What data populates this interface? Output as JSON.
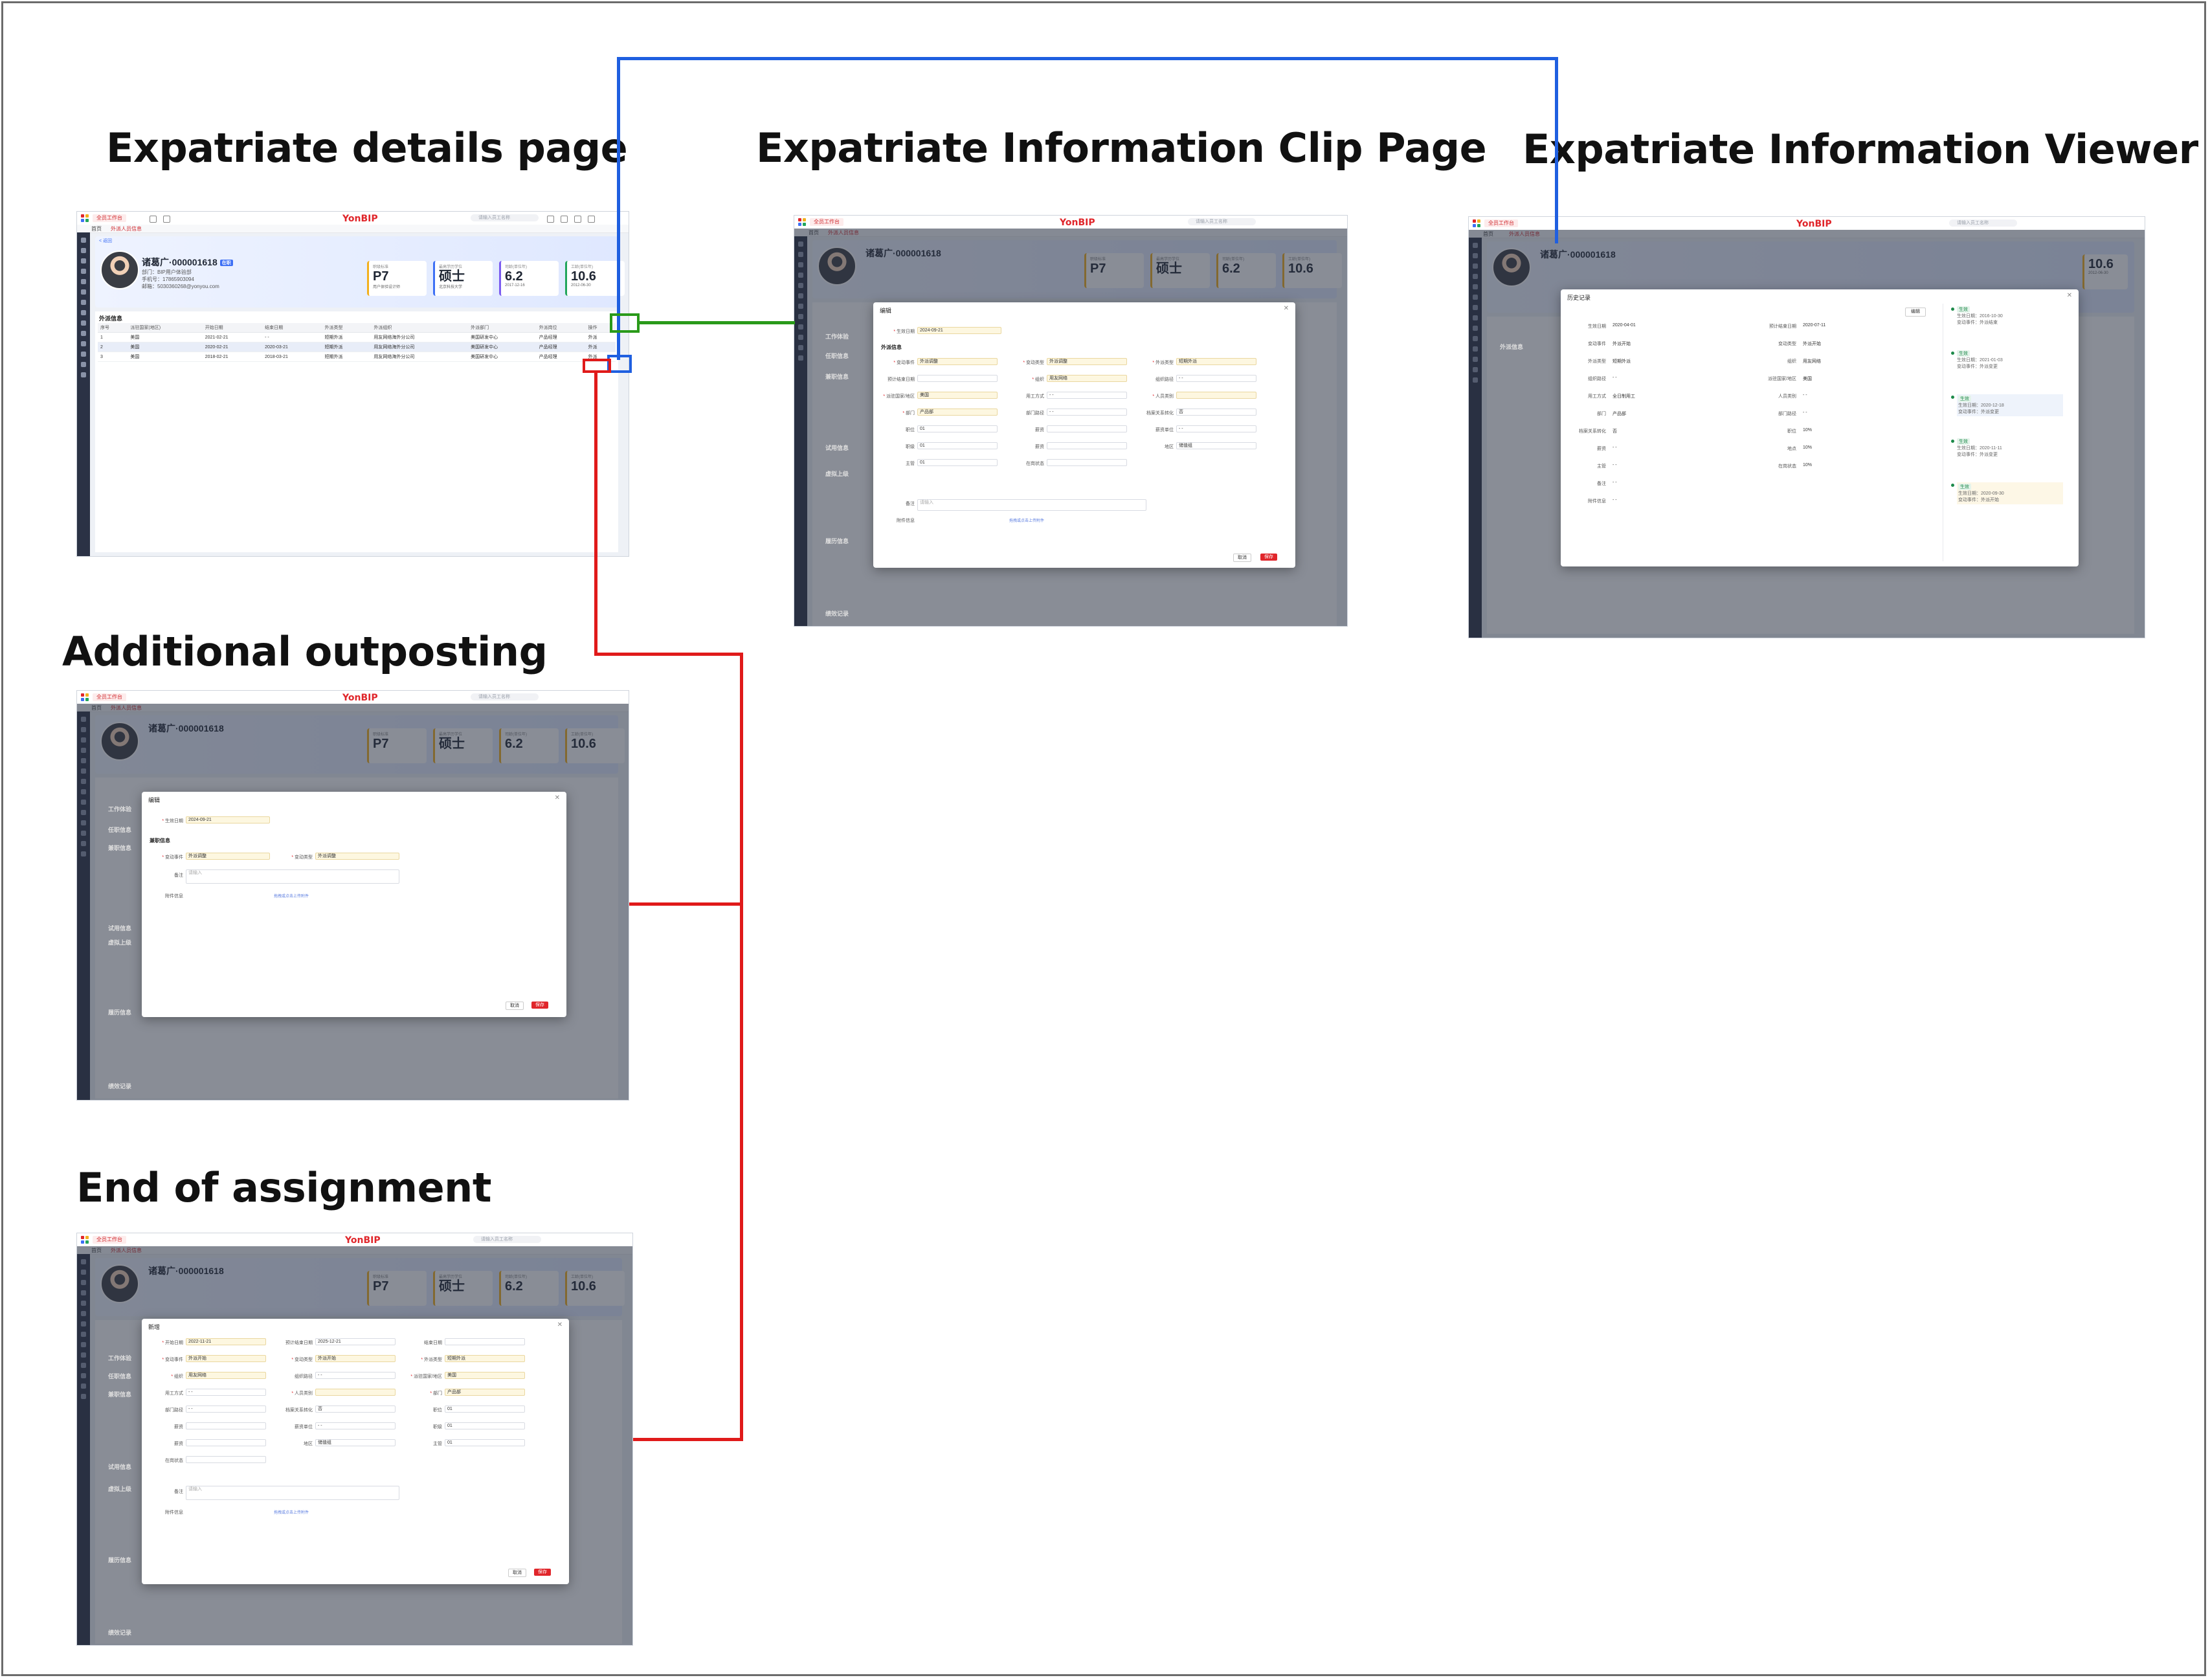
{
  "titles": {
    "details": "Expatriate details page",
    "clip": "Expatriate Information Clip Page",
    "viewer": "Expatriate Information Viewer",
    "additional": "Additional outposting",
    "end": "End of assignment"
  },
  "app": {
    "brand": "YonBIP",
    "workbench_tab": "全员工作台",
    "search_placeholder": "请输入员工名称",
    "home_crumb": "首页",
    "page_crumb": "外派人员信息",
    "back_label": "< 返回"
  },
  "profile": {
    "name": "诸葛广·000001618",
    "badge": "在职",
    "dept": "部门：BIP用户体验部",
    "phone": "手机号：17865903094",
    "email": "邮箱：5030360268@yonyou.com",
    "stats": [
      {
        "label": "职级标准",
        "value": "P7",
        "sub": "用户体验设计师"
      },
      {
        "label": "最高学历学位",
        "value": "硕士",
        "sub": "北京科技大学"
      },
      {
        "label": "司龄(单位年)",
        "value": "6.2",
        "sub": "2017-12-16"
      },
      {
        "label": "工龄(单位年)",
        "value": "10.6",
        "sub": "2012-06-30"
      }
    ]
  },
  "expat_table": {
    "section": "外派信息",
    "columns": [
      "序号",
      "派驻国家(地区)",
      "开始日期",
      "结束日期",
      "外派类型",
      "外派组织",
      "外派部门",
      "外派岗位",
      "操作"
    ],
    "rows": [
      [
        "1",
        "美国",
        "2021-02-21",
        "- -",
        "短期外派",
        "用友网络海外分公司",
        "美国研发中心",
        "产品经理",
        "外派"
      ],
      [
        "2",
        "美国",
        "2020-02-21",
        "2020-03-21",
        "短期外派",
        "用友网络海外分公司",
        "美国研发中心",
        "产品经理",
        "外派"
      ],
      [
        "3",
        "美国",
        "2018-02-21",
        "2018-03-21",
        "短期外派",
        "用友网络海外分公司",
        "美国研发中心",
        "产品经理",
        "外派"
      ]
    ]
  },
  "clip_dialog": {
    "title": "编辑",
    "effective_label": "生效日期",
    "effective_value": "2024-09-21",
    "section": "外派信息",
    "fields": [
      {
        "label": "变动事件",
        "value": "外派调整",
        "req": true,
        "y": true
      },
      {
        "label": "变动类型",
        "value": "外派调整",
        "req": true,
        "y": true
      },
      {
        "label": "外派类型",
        "value": "短期外派",
        "req": true,
        "y": true
      },
      {
        "label": "预计结束日期",
        "value": "",
        "req": false,
        "y": false
      },
      {
        "label": "组织",
        "value": "用友网络",
        "req": true,
        "y": true
      },
      {
        "label": "组织路径",
        "value": "- -",
        "req": false,
        "y": false
      },
      {
        "label": "派驻国家/地区",
        "value": "美国",
        "req": true,
        "y": true
      },
      {
        "label": "用工方式",
        "value": "- -",
        "req": false,
        "y": false
      },
      {
        "label": "人员类别",
        "value": "",
        "req": true,
        "y": true
      },
      {
        "label": "部门",
        "value": "产品部",
        "req": true,
        "y": true
      },
      {
        "label": "部门路径",
        "value": "- -",
        "req": false,
        "y": false
      },
      {
        "label": "档案关系转化",
        "value": "否",
        "req": false,
        "y": false
      },
      {
        "label": "职位",
        "value": "01",
        "req": false,
        "y": false
      },
      {
        "label": "薪资",
        "value": "",
        "req": false,
        "y": false
      },
      {
        "label": "薪资单位",
        "value": "- -",
        "req": false,
        "y": false
      },
      {
        "label": "职级",
        "value": "01",
        "req": false,
        "y": false
      },
      {
        "label": "薪资",
        "value": "",
        "req": false,
        "y": false
      },
      {
        "label": "地区",
        "value": "储值组",
        "req": false,
        "y": false
      },
      {
        "label": "主管",
        "value": "01",
        "req": false,
        "y": false
      },
      {
        "label": "在岗状态",
        "value": "",
        "req": false,
        "y": false
      }
    ],
    "remark_label": "备注",
    "remark_placeholder": "请输入",
    "attach_label": "附件信息",
    "upload_label": "拖拽或点击上传附件",
    "cancel": "取消",
    "save": "保存"
  },
  "viewer_dialog": {
    "title": "历史记录",
    "edit": "编辑",
    "left": [
      {
        "label": "生效日期",
        "value": "2020-04-01"
      },
      {
        "label": "变动事件",
        "value": "外派开始"
      },
      {
        "label": "外派类型",
        "value": "短期外派"
      },
      {
        "label": "组织路径",
        "value": "- -"
      },
      {
        "label": "用工方式",
        "value": "全日制用工"
      },
      {
        "label": "部门",
        "value": "产品部"
      },
      {
        "label": "档案关系转化",
        "value": "否"
      },
      {
        "label": "薪资",
        "value": "- -"
      },
      {
        "label": "主管",
        "value": "- -"
      },
      {
        "label": "备注",
        "value": "- -"
      },
      {
        "label": "附件信息",
        "value": "- -"
      }
    ],
    "right": [
      {
        "label": "预计结束日期",
        "value": "2020-07-11"
      },
      {
        "label": "变动类型",
        "value": "外派开始"
      },
      {
        "label": "组织",
        "value": "用友网络"
      },
      {
        "label": "派驻国家/地区",
        "value": "美国"
      },
      {
        "label": "人员类别",
        "value": "- -"
      },
      {
        "label": "部门路径",
        "value": "- -"
      },
      {
        "label": "职位",
        "value": "10%"
      },
      {
        "label": "地点",
        "value": "10%"
      },
      {
        "label": "在岗状态",
        "value": "10%"
      }
    ],
    "timeline": [
      {
        "tag": "生效",
        "date": "生效日期：2016-10-30",
        "event": "变动事件：外派结束"
      },
      {
        "tag": "生效",
        "date": "生效日期：2021-01-03",
        "event": "变动事件：外派变更"
      },
      {
        "tag": "生效",
        "date": "生效日期：2020-12-18",
        "event": "变动事件：外派变更"
      },
      {
        "tag": "生效",
        "date": "生效日期：2020-11-11",
        "event": "变动事件：外派变更"
      },
      {
        "tag": "生效",
        "date": "生效日期：2020-09-30",
        "event": "变动事件：外派开始"
      }
    ]
  },
  "additional_dialog": {
    "title": "编辑",
    "effective_label": "生效日期",
    "effective_value": "2024-09-21",
    "section": "兼职信息",
    "event_label": "变动事件",
    "event_value": "外派调整",
    "type_label": "变动类型",
    "type_value": "外派调整",
    "remark_label": "备注",
    "remark_placeholder": "请输入",
    "attach_label": "附件信息",
    "upload_label": "拖拽或点击上传附件",
    "cancel": "取消",
    "save": "保存"
  },
  "end_dialog": {
    "title": "新增",
    "fields": [
      {
        "label": "开始日期",
        "value": "2022-11-21",
        "req": true,
        "y": true
      },
      {
        "label": "预计结束日期",
        "value": "2025-12-21",
        "req": false,
        "y": false
      },
      {
        "label": "结束日期",
        "value": "",
        "req": false,
        "y": false
      },
      {
        "label": "变动事件",
        "value": "外派开始",
        "req": true,
        "y": true
      },
      {
        "label": "变动类型",
        "value": "外派开始",
        "req": true,
        "y": true
      },
      {
        "label": "外派类型",
        "value": "短期外派",
        "req": true,
        "y": true
      },
      {
        "label": "组织",
        "value": "用友网络",
        "req": true,
        "y": true
      },
      {
        "label": "组织路径",
        "value": "- -",
        "req": false,
        "y": false
      },
      {
        "label": "派驻国家/地区",
        "value": "美国",
        "req": true,
        "y": true
      },
      {
        "label": "用工方式",
        "value": "- -",
        "req": false,
        "y": false
      },
      {
        "label": "人员类别",
        "value": "",
        "req": true,
        "y": true
      },
      {
        "label": "部门",
        "value": "产品部",
        "req": true,
        "y": true
      },
      {
        "label": "部门路径",
        "value": "- -",
        "req": false,
        "y": false
      },
      {
        "label": "档案关系转化",
        "value": "否",
        "req": false,
        "y": false
      },
      {
        "label": "职位",
        "value": "01",
        "req": false,
        "y": false
      },
      {
        "label": "薪资",
        "value": "",
        "req": false,
        "y": false
      },
      {
        "label": "薪资单位",
        "value": "- -",
        "req": false,
        "y": false
      },
      {
        "label": "职级",
        "value": "01",
        "req": false,
        "y": false
      },
      {
        "label": "薪资",
        "value": "",
        "req": false,
        "y": false
      },
      {
        "label": "地区",
        "value": "储值组",
        "req": false,
        "y": false
      },
      {
        "label": "主管",
        "value": "01",
        "req": false,
        "y": false
      },
      {
        "label": "在岗状态",
        "value": "",
        "req": false,
        "y": false
      }
    ],
    "remark_label": "备注",
    "remark_placeholder": "请输入",
    "attach_label": "附件信息",
    "upload_label": "拖拽或点击上传附件",
    "cancel": "取消",
    "save": "保存"
  },
  "background_sections": [
    "工作体验",
    "任职信息",
    "兼职信息",
    "试用信息",
    "虚拟上级",
    "履历信息",
    "绩效记录"
  ],
  "colors": {
    "blue_connector": "#1f5fe0",
    "green_connector": "#2a9a1a",
    "red_connector": "#e01a1a",
    "brand_red": "#e0262b"
  }
}
